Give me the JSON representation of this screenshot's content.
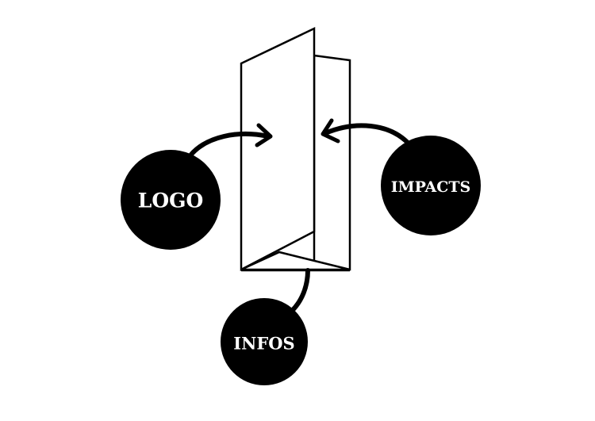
{
  "diagram": {
    "nodes": {
      "logo": "LOGO",
      "impacts": "IMPACTS",
      "infos": "INFOS"
    }
  },
  "colors": {
    "ink": "#000000",
    "paper": "#ffffff"
  }
}
